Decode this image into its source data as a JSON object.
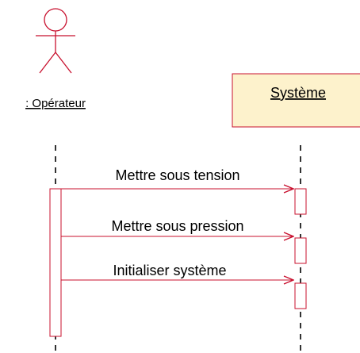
{
  "diagram": {
    "type": "uml-sequence",
    "actor": {
      "label": ": Opérateur",
      "icon": "stick-figure-icon"
    },
    "object": {
      "label": "Système"
    },
    "messages": [
      {
        "label": "Mettre sous tension"
      },
      {
        "label": "Mettre sous pression"
      },
      {
        "label": "Initialiser système"
      }
    ],
    "colors": {
      "line": "#000000",
      "message": "#c8102e",
      "activation": "#c8102e",
      "object_fill": "#fdf2cc",
      "object_border": "#c8102e"
    }
  }
}
